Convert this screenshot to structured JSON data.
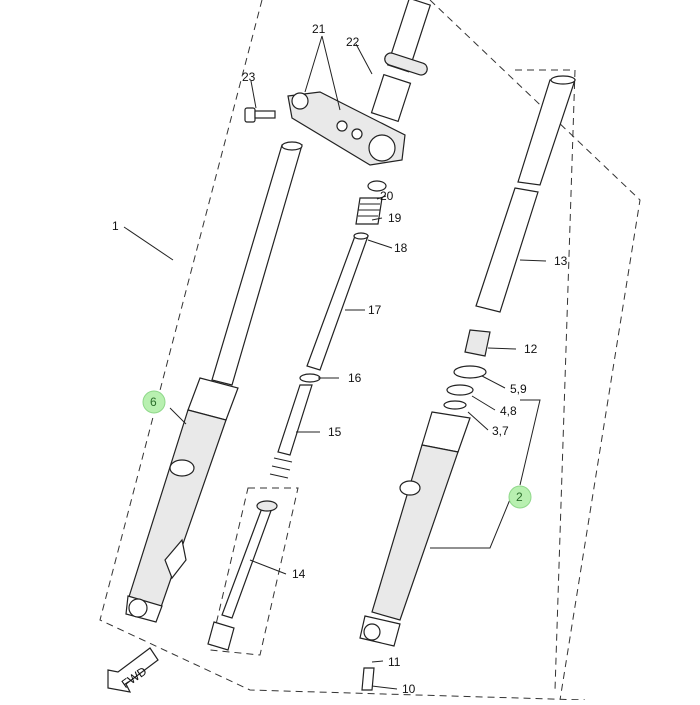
{
  "diagram": {
    "callouts": {
      "c1": "1",
      "c2": "2",
      "c6": "6",
      "c10": "10",
      "c11": "11",
      "c12": "12",
      "c13": "13",
      "c14": "14",
      "c15": "15",
      "c16": "16",
      "c17": "17",
      "c18": "18",
      "c19": "19",
      "c20": "20",
      "c21": "21",
      "c22": "22",
      "c23": "23",
      "c59": "5,9",
      "c48": "4,8",
      "c37": "3,7"
    },
    "fwd_label": "FWD",
    "highlighted": [
      "2",
      "6"
    ],
    "highlight_color": "#b8f0b0"
  }
}
